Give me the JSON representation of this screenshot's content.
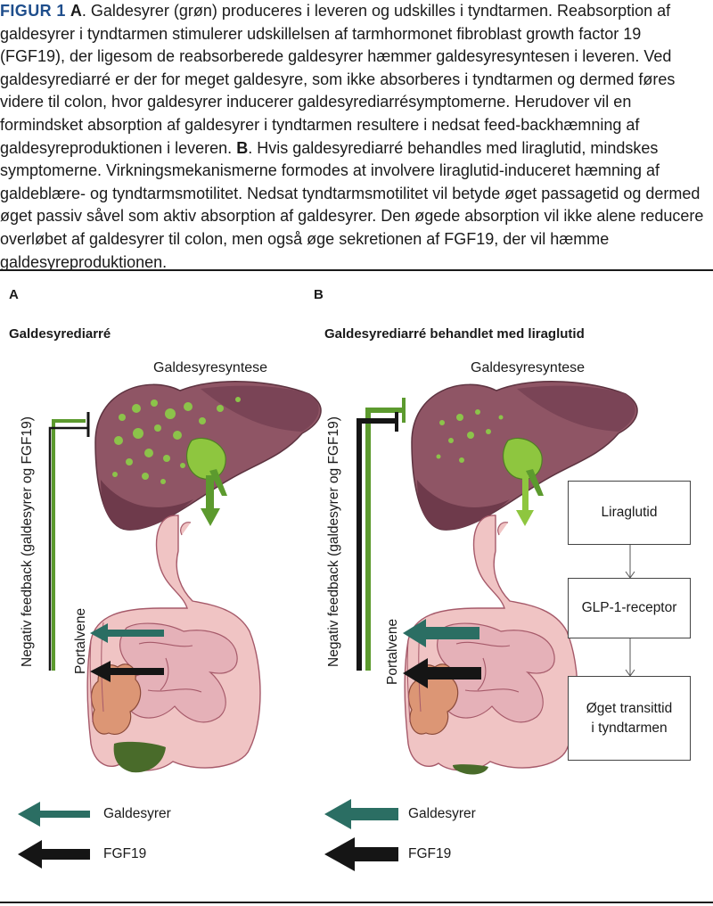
{
  "caption": {
    "figure_label": "FIGUR 1",
    "a_label": "A",
    "a_text": ". Galdesyrer (grøn) produceres i leveren og udskilles i tyndtarmen. Reabsorption af galdesyrer i tyndtarmen stimulerer udskillelsen af tarmhormonet fibroblast growth factor 19 (FGF19), der ligesom de reabsorberede galdesyrer hæmmer galdesyresyntesen i leveren. Ved galdesyrediarré er der for meget galdesyre, som ikke absorberes i tyndtarmen og dermed føres videre til colon, hvor galdesyrer inducerer galdesyrediarrésymptomerne. Herudover vil en formindsket absorption af galdesyrer i tyndtarmen resultere i nedsat feed-backhæmning af galdesyreproduktionen i leveren.",
    "b_label": "B",
    "b_text": ". Hvis galdesyrediarré behandles med liraglutid, mindskes symptomerne. Virkningsmekanismerne formodes at involvere liraglutid-induceret hæmning af galdeblære- og tyndtarmsmotilitet. Nedsat tyndtarmsmotilitet vil betyde øget passagetid og dermed øget passiv såvel som aktiv absorption af galdesyrer. Den øgede absorption vil ikke alene reducere overløbet af galdesyrer til colon, men også øge sekretionen af FGF19, der vil hæmme galdesyreproduktionen."
  },
  "panel_a": {
    "label": "A",
    "title": "Galdesyrediarré",
    "synthesis_label": "Galdesyresyntese",
    "feedback_label": "Negativ feedback (galdesyrer og FGF19)",
    "portal_label": "Portalvene"
  },
  "panel_b": {
    "label": "B",
    "title": "Galdesyrediarré behandlet med liraglutid",
    "synthesis_label": "Galdesyresyntese",
    "feedback_label": "Negativ feedback (galdesyrer og FGF19)",
    "portal_label": "Portalvene",
    "flow_boxes": [
      "Liraglutid",
      "GLP-1-receptor",
      "Øget transittid\ni tyndtarmen"
    ]
  },
  "legend": {
    "bile_acids": "Galdesyrer",
    "fgf19": "FGF19"
  },
  "colors": {
    "figure_label": "#1f4e8c",
    "bile_acid_green": "#5c9a2e",
    "portal_teal": "#2b6e63",
    "fgf19_black": "#151515",
    "liver": "#8f5565",
    "intestine": "#f0c4c4"
  }
}
